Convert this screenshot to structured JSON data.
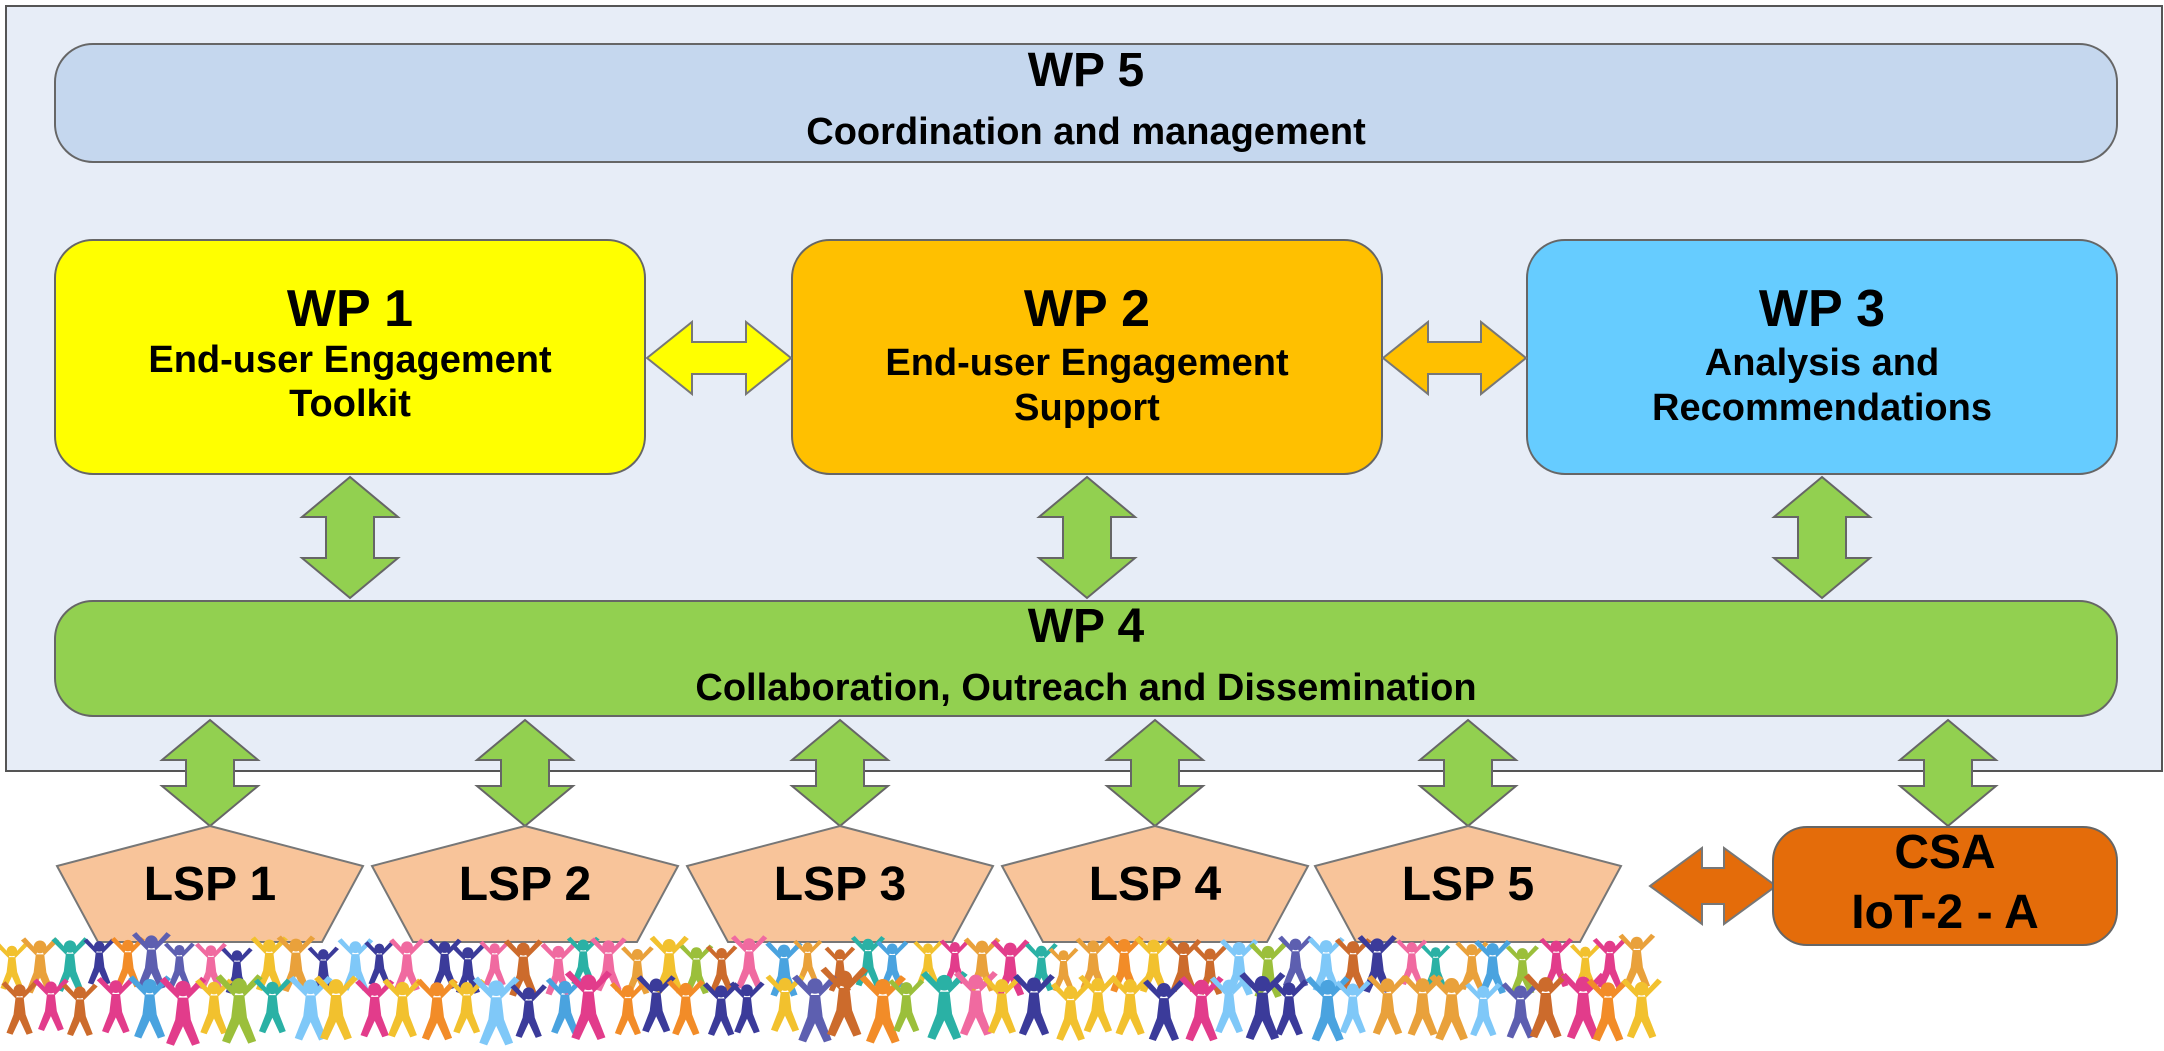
{
  "colors": {
    "frame_bg": "#e7edf7",
    "frame_border": "#555555",
    "wp5_fill": "#c5d7ee",
    "wp1_fill": "#ffff00",
    "wp2_fill": "#ffc000",
    "wp3_fill": "#66ccff",
    "wp4_fill": "#92d050",
    "lsp_fill": "#f8c49a",
    "csa_fill": "#e46c0a",
    "link_orange": "#e46c0a"
  },
  "wp5": {
    "title": "WP 5",
    "subtitle": "Coordination and management"
  },
  "wp1": {
    "title": "WP 1",
    "line1": "End-user Engagement",
    "line2": "Toolkit"
  },
  "wp2": {
    "title": "WP 2",
    "line1": "End-user Engagement",
    "line2": "Support"
  },
  "wp3": {
    "title": "WP 3",
    "line1": "Analysis and",
    "line2": "Recommendations"
  },
  "wp4": {
    "title": "WP 4",
    "subtitle": "Collaboration, Outreach and Dissemination"
  },
  "lsps": [
    {
      "label": "LSP 1"
    },
    {
      "label": "LSP 2"
    },
    {
      "label": "LSP 3"
    },
    {
      "label": "LSP 4"
    },
    {
      "label": "LSP 5"
    }
  ],
  "csa": {
    "line1": "CSA",
    "line2": "IoT-2 - A"
  },
  "people_icon": "crowd-of-people-icon"
}
